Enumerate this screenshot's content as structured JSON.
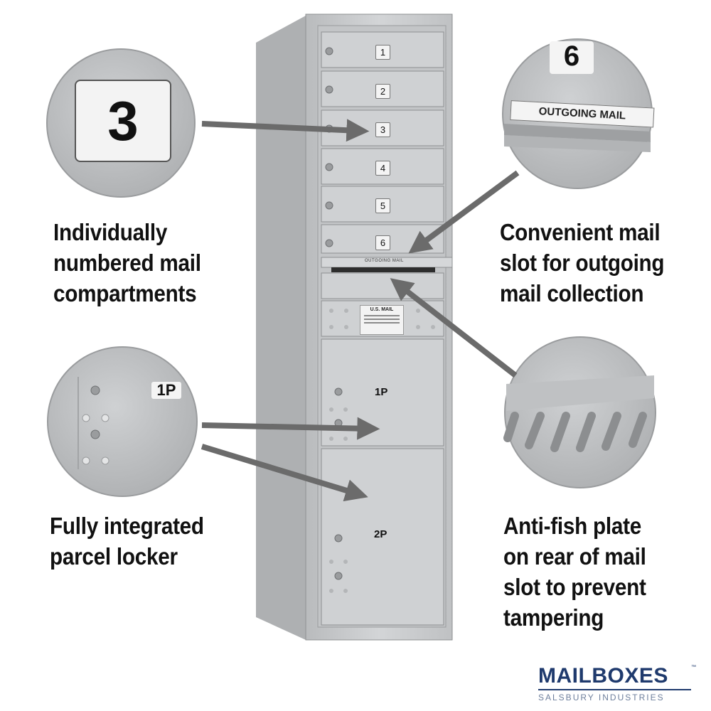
{
  "door_numbers": [
    "1",
    "2",
    "3",
    "4",
    "5",
    "6"
  ],
  "outgoing_label": "OUTGOING MAIL",
  "usmail_label": "U.S. MAIL",
  "parcel_numbers": [
    "1P",
    "2P"
  ],
  "zoom": {
    "number": "3",
    "slot_number": "6",
    "slot_label": "OUTGOING MAIL",
    "parcel_number": "1P"
  },
  "captions": {
    "numbered": [
      "Individually",
      "numbered mail",
      "compartments"
    ],
    "slot": [
      "Convenient mail",
      "slot for outgoing",
      "mail collection"
    ],
    "parcel": [
      "Fully integrated",
      "parcel locker"
    ],
    "antifish": [
      "Anti-fish plate",
      "on rear of mail",
      "slot to prevent",
      "tampering"
    ]
  },
  "logo": {
    "name": "MAILBOXES",
    "trademark": "™",
    "tagline": "SALSBURY INDUSTRIES"
  },
  "colors": {
    "arrow": "#6b6b6b",
    "metal": "#c8cacc",
    "logo": "#1f3a6d"
  }
}
